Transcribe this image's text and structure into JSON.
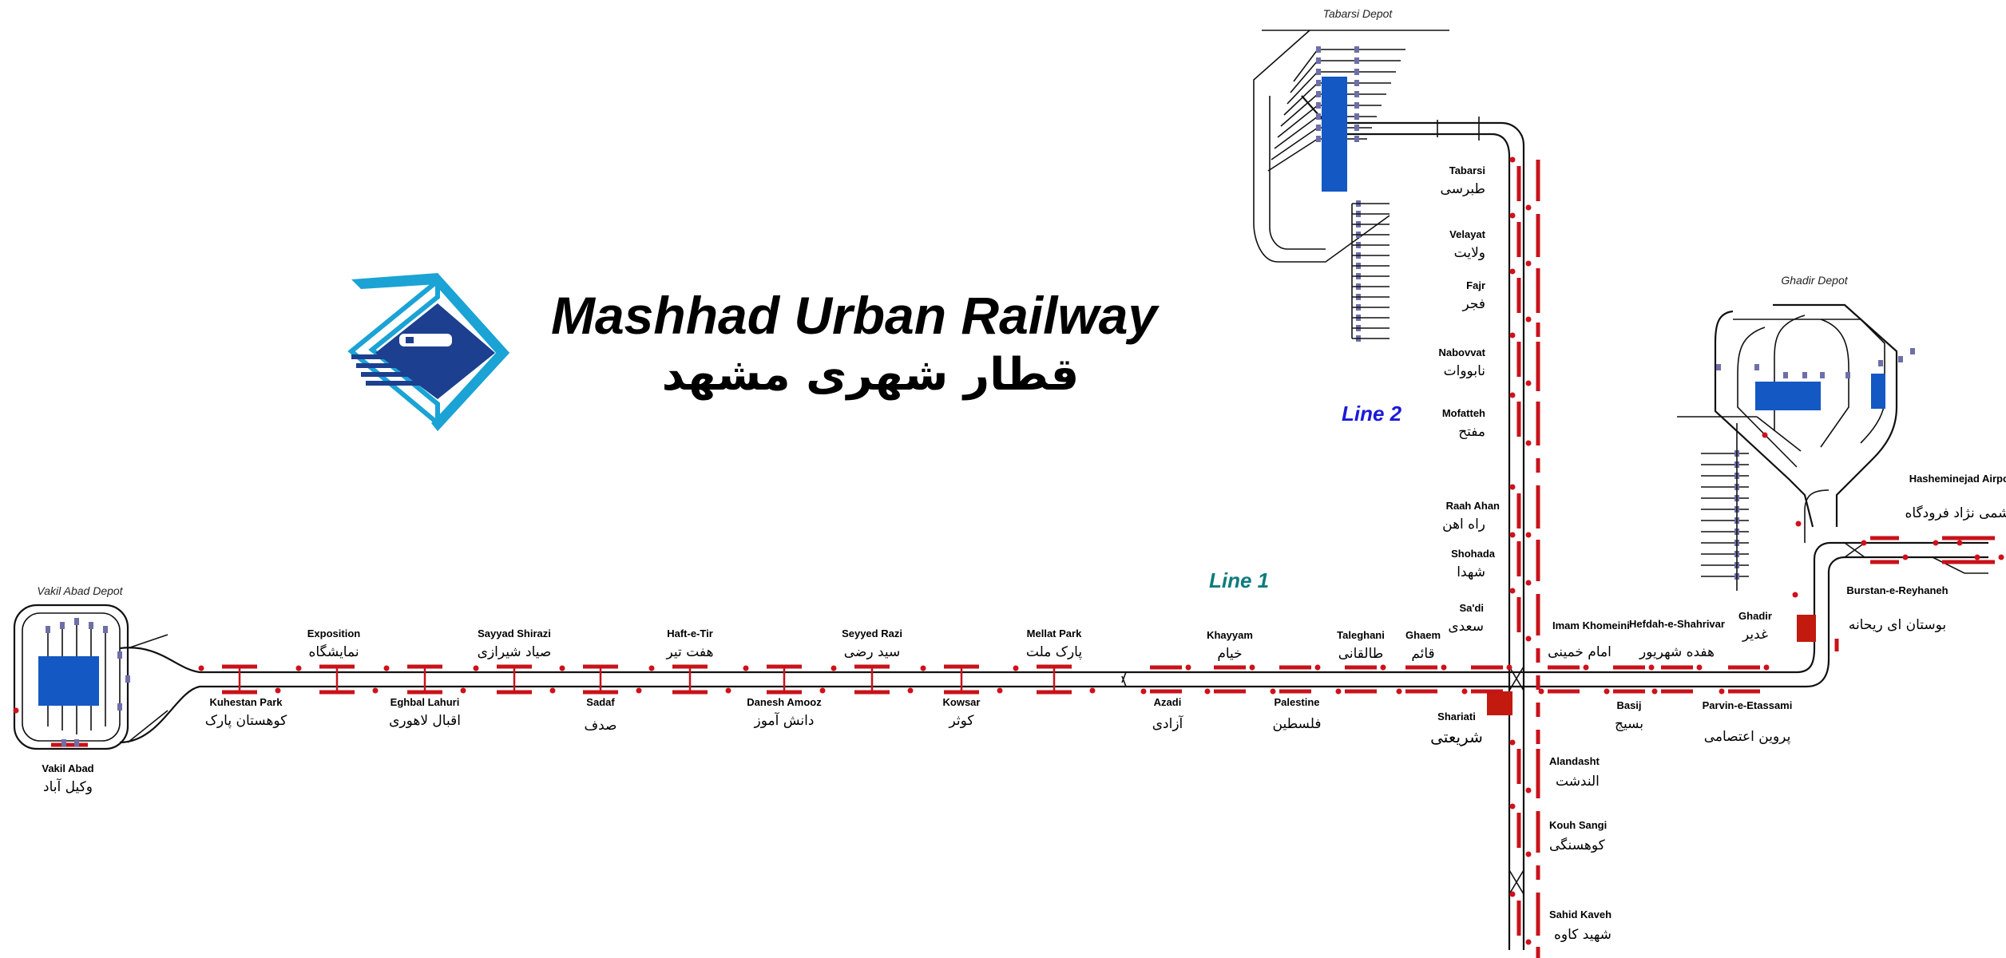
{
  "title": "Mashhad Urban Railway",
  "subtitle": "قطار شهری مشهد",
  "lines": {
    "line1": "Line 1",
    "line2": "Line 2"
  },
  "depots": {
    "vakil_abad": "Vakil Abad Depot",
    "tabarsi": "Tabarsi Depot",
    "ghadir": "Ghadir Depot"
  },
  "line1_stations": [
    {
      "en": "Vakil Abad",
      "fa": "وکیل آباد"
    },
    {
      "en": "Kuhestan Park",
      "fa": "کوهستان پارک"
    },
    {
      "en": "Exposition",
      "fa": "نمایشگاه"
    },
    {
      "en": "Eghbal Lahuri",
      "fa": "اقبال لاهوری"
    },
    {
      "en": "Sayyad Shirazi",
      "fa": "صیاد شیرازی"
    },
    {
      "en": "Sadaf",
      "fa": "صدف"
    },
    {
      "en": "Haft-e-Tir",
      "fa": "هفت تیر"
    },
    {
      "en": "Danesh Amooz",
      "fa": "دانش آموز"
    },
    {
      "en": "Seyyed Razi",
      "fa": "سید رضی"
    },
    {
      "en": "Kowsar",
      "fa": "کوثر"
    },
    {
      "en": "Mellat Park",
      "fa": "پارک ملت"
    },
    {
      "en": "Azadi",
      "fa": "آزادی"
    },
    {
      "en": "Khayyam",
      "fa": "خیام"
    },
    {
      "en": "Palestine",
      "fa": "فلسطین"
    },
    {
      "en": "Taleghani",
      "fa": "طالقانی"
    },
    {
      "en": "Ghaem",
      "fa": "قائم"
    },
    {
      "en": "Shariati",
      "fa": "شریعتی"
    },
    {
      "en": "Imam Khomeini",
      "fa": "امام خمینی"
    },
    {
      "en": "Basij",
      "fa": "بسیج"
    },
    {
      "en": "Hefdah-e-Shahrivar",
      "fa": "هفده شهریور"
    },
    {
      "en": "Parvin-e-Etassami",
      "fa": "پروین اعتصامی"
    },
    {
      "en": "Ghadir",
      "fa": "غدیر"
    },
    {
      "en": "Burstan-e-Reyhaneh",
      "fa": "بوستان ای ریحانه"
    },
    {
      "en": "Hasheminejad Airport",
      "fa": "هاشمی نژاد فرودگاه"
    }
  ],
  "line2_stations": [
    {
      "en": "Tabarsi",
      "fa": "طبرسی"
    },
    {
      "en": "Velayat",
      "fa": "ولایت"
    },
    {
      "en": "Fajr",
      "fa": "فجر"
    },
    {
      "en": "Nabovvat",
      "fa": "نابووات"
    },
    {
      "en": "Mofatteh",
      "fa": "مفتح"
    },
    {
      "en": "Raah Ahan",
      "fa": "راه اهن"
    },
    {
      "en": "Shohada",
      "fa": "شهدا"
    },
    {
      "en": "Sa'di",
      "fa": "سعدی"
    },
    {
      "en": "Alandasht",
      "fa": "الندشت"
    },
    {
      "en": "Kouh Sangi",
      "fa": "کوهسنگی"
    },
    {
      "en": "Sahid Kaveh",
      "fa": "شهید کاوه"
    }
  ],
  "colors": {
    "platform": "#c8121a",
    "hall": "#1458c4",
    "logo_dark": "#1c3f8f",
    "logo_light": "#1aa3d4",
    "line1": "#0c7c7c",
    "line2": "#1a1ad8"
  }
}
